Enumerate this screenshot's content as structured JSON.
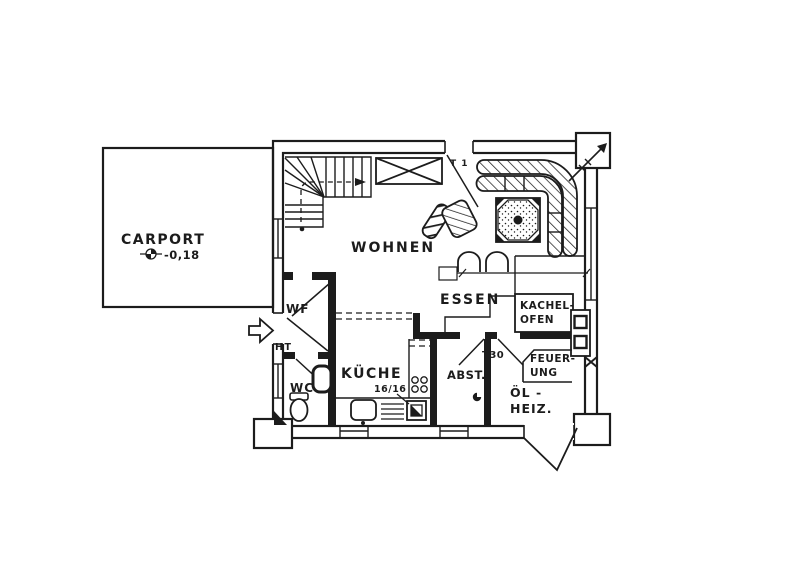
{
  "colors": {
    "ink": "#1c1c1c",
    "paper": "#ffffff"
  },
  "rooms": {
    "carport": {
      "label": "CARPORT",
      "elevation": "-0,18"
    },
    "wohnen": {
      "label": "WOHNEN"
    },
    "essen": {
      "label": "ESSEN"
    },
    "kueche": {
      "label": "KÜCHE",
      "flue_size": "16/16"
    },
    "windfang": {
      "label": "WF"
    },
    "haustuer": {
      "label": "HT"
    },
    "wc": {
      "label": "WC"
    },
    "abstellraum": {
      "label": "ABST."
    },
    "kachelofen": {
      "line1": "KACHEL-",
      "line2": "OFEN"
    },
    "feuerung": {
      "line1": "FEUER-",
      "line2": "UNG"
    },
    "oelheizung": {
      "line1": "ÖL -",
      "line2": "HEIZ."
    }
  },
  "doors": {
    "t1": {
      "label": "T 1"
    },
    "t30": {
      "label": "T30"
    }
  }
}
